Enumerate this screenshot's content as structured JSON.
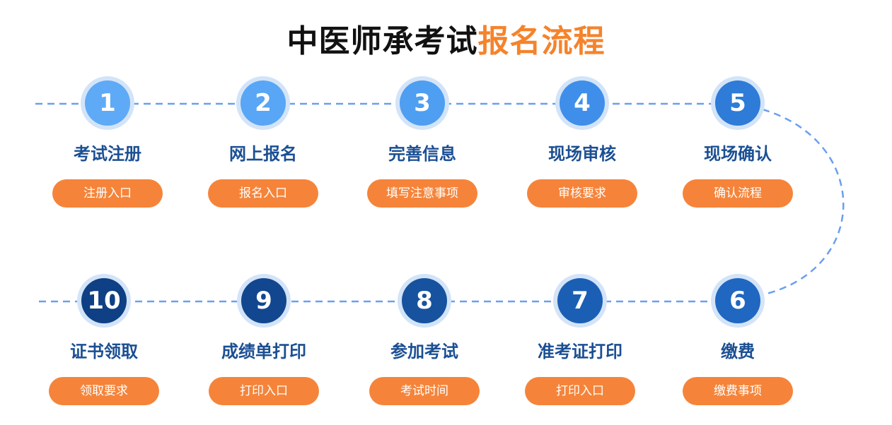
{
  "title": {
    "main": "中医师承考试",
    "highlight": "报名流程"
  },
  "colors": {
    "accent": "#f5832b",
    "button": "#f5843a",
    "title_text": "#1b4f93",
    "line": "#6a9ff0"
  },
  "steps": [
    {
      "number": "1",
      "title": "考试注册",
      "button": "注册入口",
      "color": "#5eaaf6"
    },
    {
      "number": "2",
      "title": "网上报名",
      "button": "报名入口",
      "color": "#58a6f5"
    },
    {
      "number": "3",
      "title": "完善信息",
      "button": "填写注意事项",
      "color": "#4e9ef2"
    },
    {
      "number": "4",
      "title": "现场审核",
      "button": "审核要求",
      "color": "#3f8fea"
    },
    {
      "number": "5",
      "title": "现场确认",
      "button": "确认流程",
      "color": "#2e7bd8"
    },
    {
      "number": "6",
      "title": "缴费",
      "button": "缴费事项",
      "color": "#1f67c0"
    },
    {
      "number": "7",
      "title": "准考证打印",
      "button": "打印入口",
      "color": "#1b5fb5"
    },
    {
      "number": "8",
      "title": "参加考试",
      "button": "考试时间",
      "color": "#17529f"
    },
    {
      "number": "9",
      "title": "成绩单打印",
      "button": "打印入口",
      "color": "#124790"
    },
    {
      "number": "10",
      "title": "证书领取",
      "button": "领取要求",
      "color": "#0f3f84"
    }
  ]
}
